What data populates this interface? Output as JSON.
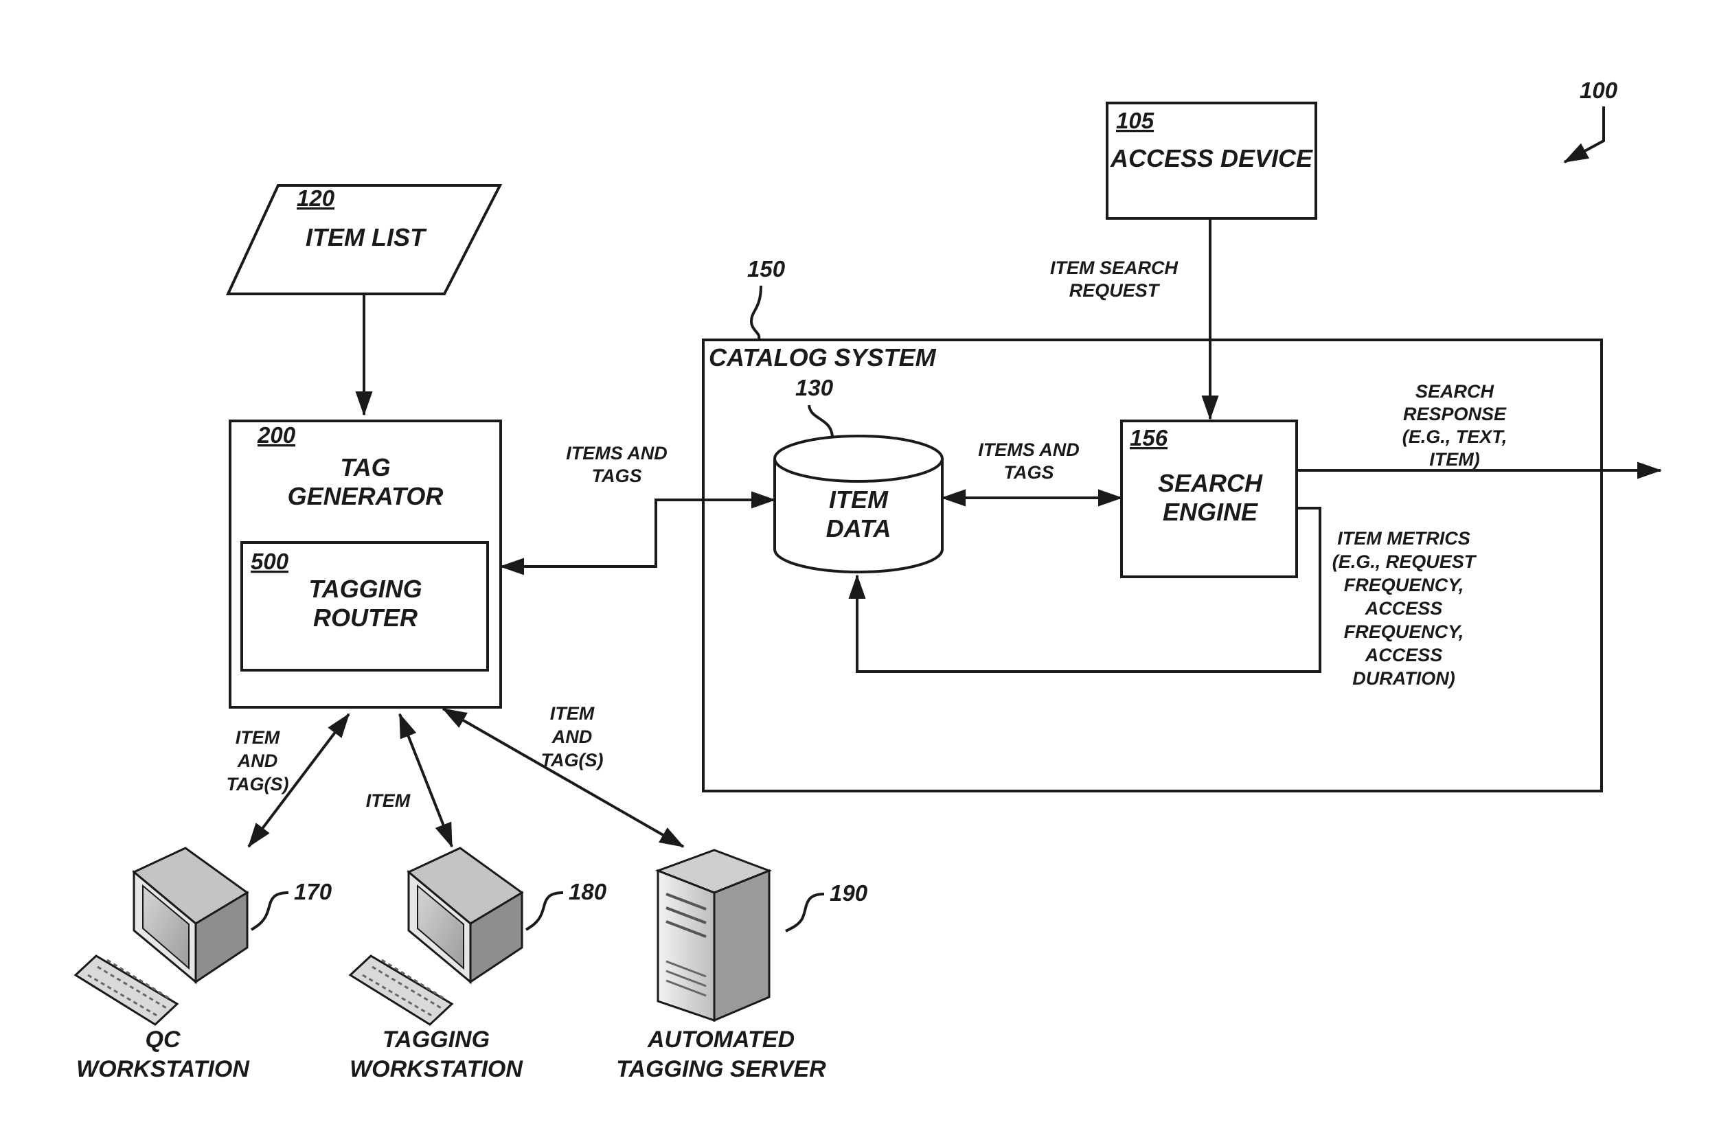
{
  "figure_ref": "100",
  "item_list": {
    "ref": "120",
    "title": "ITEM LIST"
  },
  "access_device": {
    "ref": "105",
    "title": "ACCESS DEVICE"
  },
  "catalog_system": {
    "ref": "150",
    "title": "CATALOG SYSTEM"
  },
  "item_data": {
    "ref": "130",
    "line1": "ITEM",
    "line2": "DATA"
  },
  "search_engine": {
    "ref": "156",
    "line1": "SEARCH",
    "line2": "ENGINE"
  },
  "tag_generator": {
    "ref": "200",
    "line1": "TAG",
    "line2": "GENERATOR"
  },
  "tagging_router": {
    "ref": "500",
    "line1": "TAGGING",
    "line2": "ROUTER"
  },
  "qc_workstation": {
    "ref": "170",
    "line1": "QC",
    "line2": "WORKSTATION"
  },
  "tagging_workstation": {
    "ref": "180",
    "line1": "TAGGING",
    "line2": "WORKSTATION"
  },
  "automated_tagging_server": {
    "ref": "190",
    "line1": "AUTOMATED",
    "line2": "TAGGING SERVER"
  },
  "edge_labels": {
    "item_search_request": [
      "ITEM SEARCH",
      "REQUEST"
    ],
    "items_and_tags_router": [
      "ITEMS AND",
      "TAGS"
    ],
    "items_and_tags_engine": [
      "ITEMS AND",
      "TAGS"
    ],
    "search_response": [
      "SEARCH",
      "RESPONSE",
      "(E.G., TEXT,",
      "ITEM)"
    ],
    "item_metrics": [
      "ITEM METRICS",
      "(E.G., REQUEST",
      "FREQUENCY,",
      "ACCESS",
      "FREQUENCY,",
      "ACCESS",
      "DURATION)"
    ],
    "qc_link": [
      "ITEM",
      "AND",
      "TAG(S)"
    ],
    "tagging_link": [
      "ITEM"
    ],
    "server_link": [
      "ITEM",
      "AND",
      "TAG(S)"
    ]
  }
}
